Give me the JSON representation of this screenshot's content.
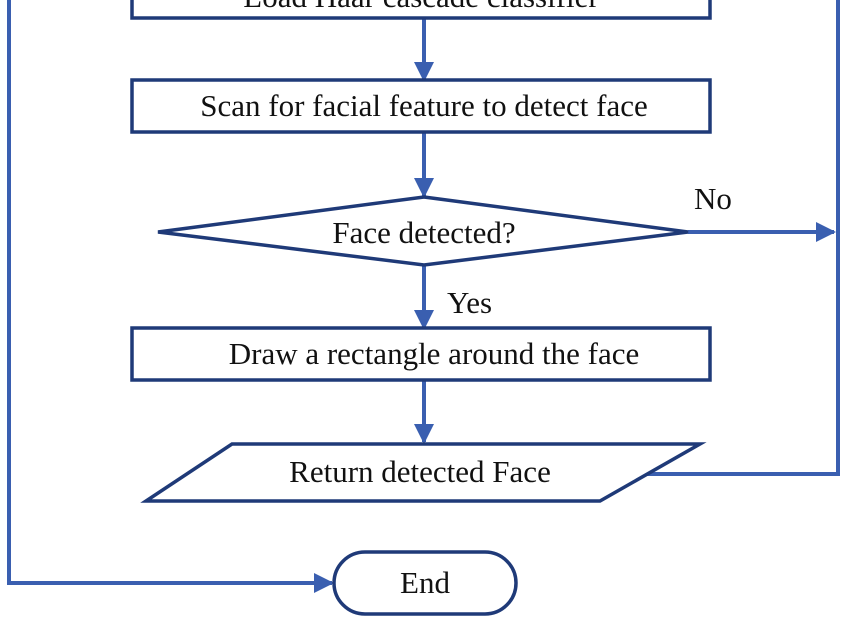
{
  "diagram": {
    "nodes": {
      "load": {
        "label": "Load Haar cascade classifier"
      },
      "scan": {
        "label": "Scan for facial feature to detect face"
      },
      "decision": {
        "label": "Face detected?"
      },
      "draw": {
        "label": "Draw a rectangle around the face"
      },
      "output": {
        "label": "Return detected Face"
      },
      "end": {
        "label": "End"
      }
    },
    "edges": {
      "no": {
        "label": "No"
      },
      "yes": {
        "label": "Yes"
      }
    },
    "colors": {
      "shape_stroke": "#1f3a78",
      "arrow": "#3a5fb0",
      "text": "#111111"
    }
  }
}
